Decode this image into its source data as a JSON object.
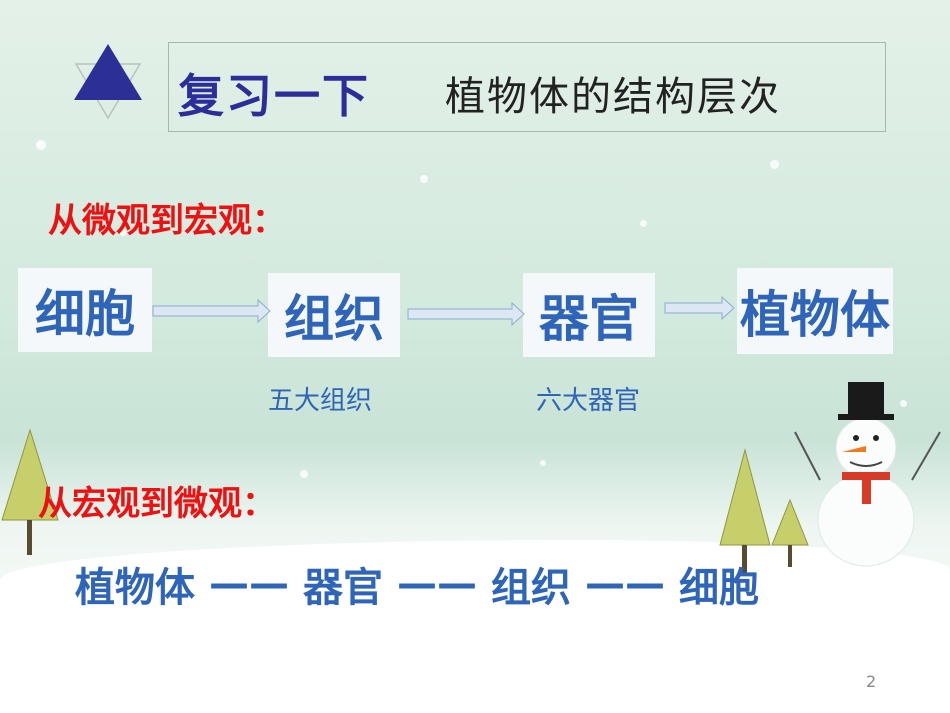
{
  "title": {
    "main": "复习一下",
    "sub": "植物体的结构层次"
  },
  "section1": {
    "heading": "从微观到宏观：",
    "boxes": [
      "细胞",
      "组织",
      "器官",
      "植物体"
    ],
    "sub_labels": [
      "五大组织",
      "六大器官"
    ]
  },
  "section2": {
    "heading": "从宏观到微观：",
    "chain": [
      "植物体",
      "——",
      "器官",
      "——",
      "组织",
      "——",
      "细胞"
    ]
  },
  "page_number": "2",
  "colors": {
    "title_blue": "#2d2d9a",
    "text_blue": "#2f65b8",
    "heading_red": "#ee1111",
    "triangle": "#2b2f96"
  }
}
